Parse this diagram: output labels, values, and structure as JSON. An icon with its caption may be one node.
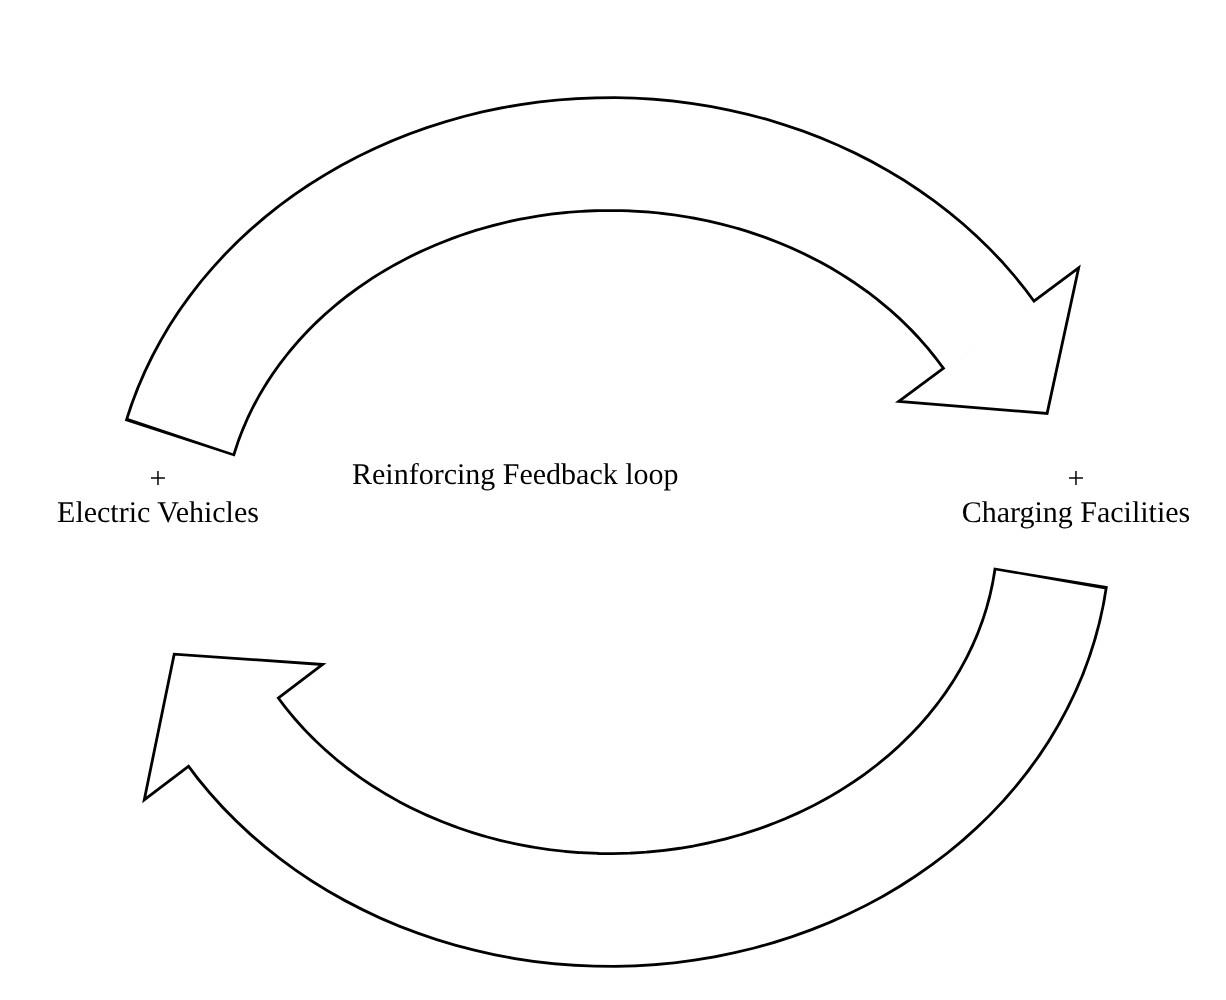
{
  "diagram": {
    "nodes": [
      {
        "text": [
          "+",
          "Electric Vehicles"
        ]
      },
      {
        "text": [
          "+",
          "Charging Facilities"
        ]
      }
    ],
    "edges": [
      {
        "from": 0,
        "to": 1,
        "arrow": "to"
      },
      {
        "from": 1,
        "to": 0,
        "arrow": "to"
      }
    ],
    "labels": [
      "Reinforcing Feedback loop"
    ]
  }
}
